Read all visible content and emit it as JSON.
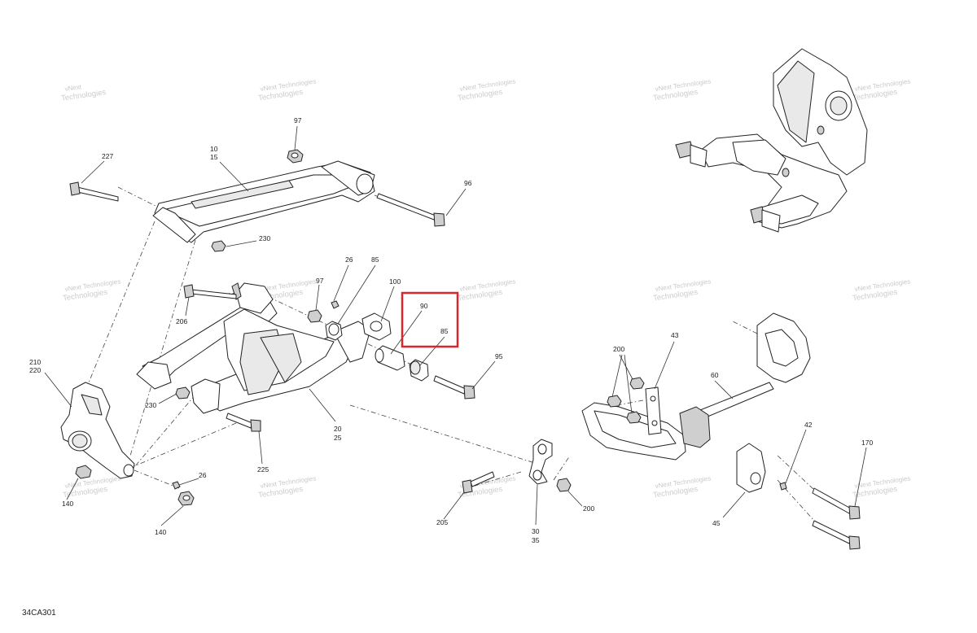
{
  "diagram": {
    "code": "34CA301",
    "highlight_color": "#d9262b",
    "watermark": {
      "line1": "vNext",
      "line2": "Technologies",
      "combined": "vNext Technologies"
    },
    "labels": {
      "p97a": "97",
      "p227": "227",
      "p10_15": [
        "10",
        "15"
      ],
      "p96": "96",
      "p230a": "230",
      "p26a": "26",
      "p85a": "85",
      "p97b": "97",
      "p100": "100",
      "p90": "90",
      "p85b": "85",
      "p206": "206",
      "p95": "95",
      "p210_220": [
        "210",
        "220"
      ],
      "p230b": "230",
      "p20_25": [
        "20",
        "25"
      ],
      "p225": "225",
      "p26b": "26",
      "p140a": "140",
      "p140b": "140",
      "p200a": "200",
      "p43": "43",
      "p60": "60",
      "p42": "42",
      "p170": "170",
      "p205": "205",
      "p30_35": [
        "30",
        "35"
      ],
      "p200b": "200",
      "p45": "45"
    }
  }
}
